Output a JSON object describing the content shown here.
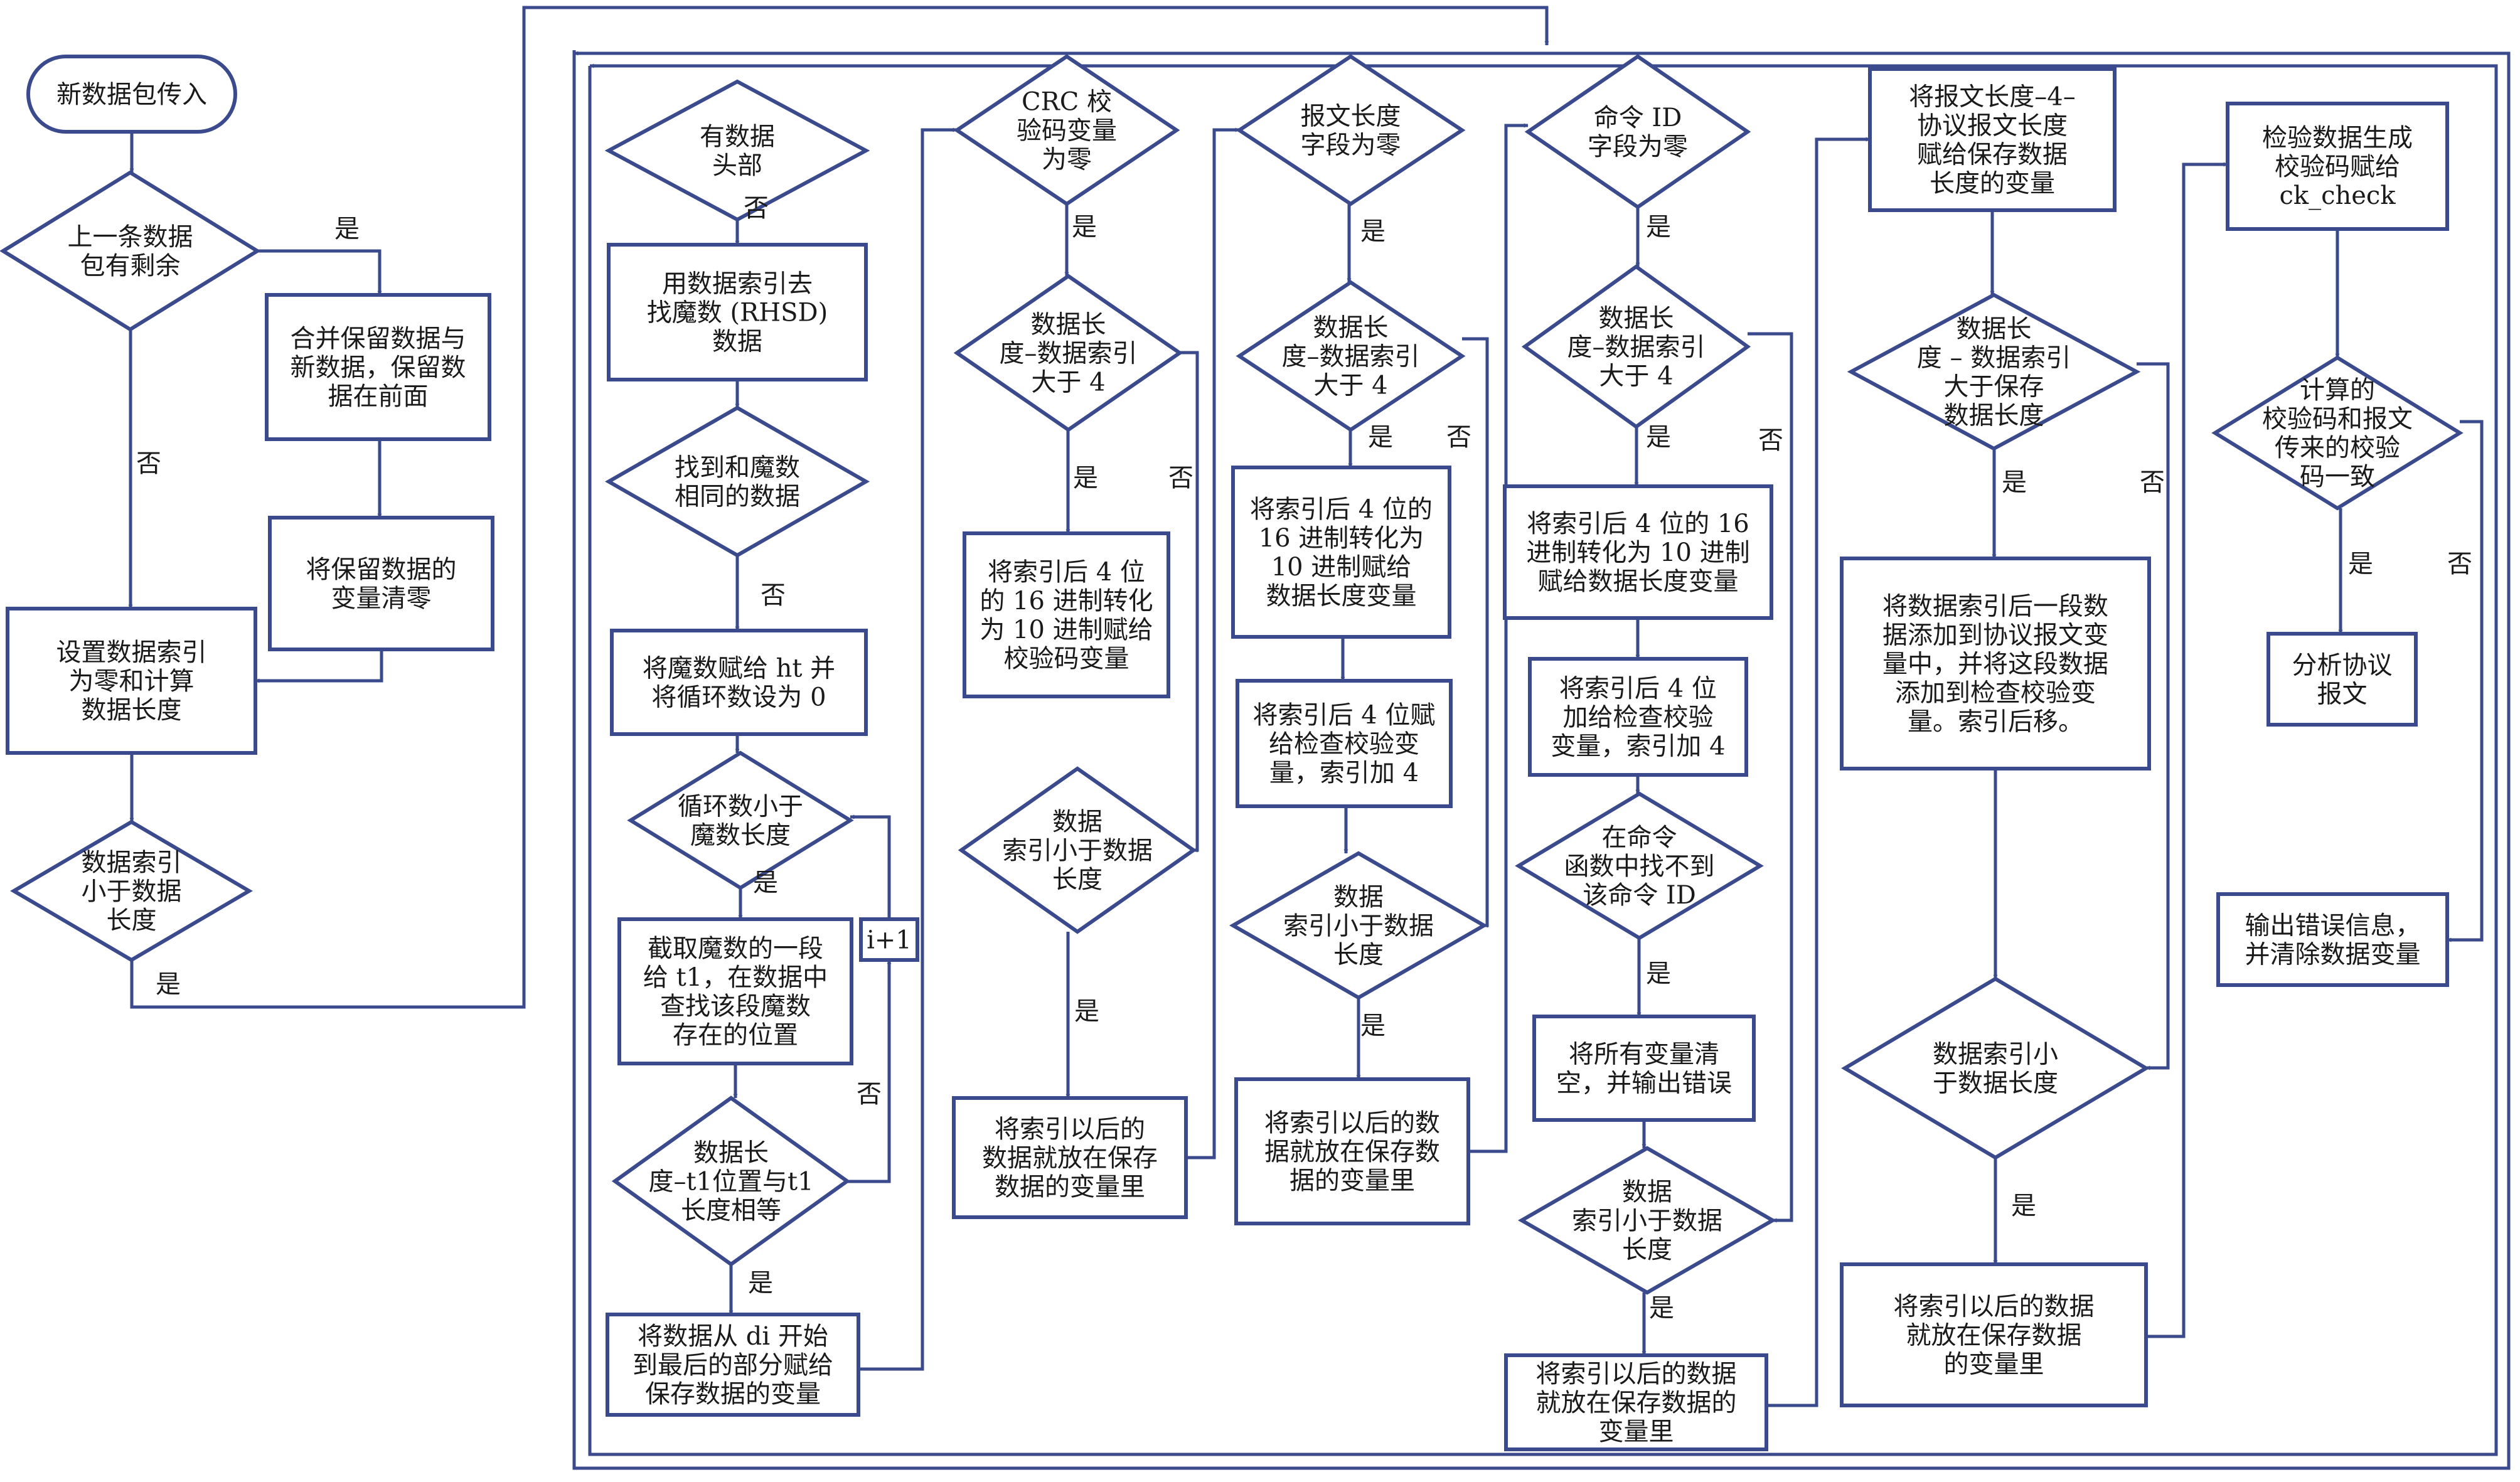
{
  "nodes": {
    "n_start": "新数据包传入",
    "n_remain": "上一条数据|包有剩余",
    "n_merge": "合并保留数据与|新数据，保留数|据在前面",
    "n_clear": "将保留数据的|变量清零",
    "n_setidx": "设置数据索引|为零和计算|数据长度",
    "n_idxlt": "数据索引|小于数据|长度",
    "a_head": "有数据|头部",
    "a_find": "用数据索引去|找魔数 (RHSD)|数据",
    "a_same": "找到和魔数|相同的数据",
    "a_ht": "将魔数赋给 ht 并|将循环数设为 0",
    "a_loop": "循环数小于|魔数长度",
    "a_cut": "截取魔数的一段|给 t1，在数据中|查找该段魔数|存在的位置",
    "a_inc": "i+1",
    "a_eq": "数据长|度–t1位置与t1|长度相等",
    "a_save": "将数据从 di 开始|到最后的部分赋给|保存数据的变量",
    "b_crc": "CRC 校|验码变量|为零",
    "b_gt4": "数据长|度–数据索引|大于 4",
    "b_conv": "将索引后 4 位|的 16 进制转化|为 10 进制赋给|校验码变量",
    "b_lt": "数据|索引小于数据|长度",
    "b_save": "将索引以后的|数据就放在保存|数据的变量里",
    "c_len": "报文长度|字段为零",
    "c_gt4": "数据长|度–数据索引|大于 4",
    "c_conv": "将索引后 4 位的|16 进制转化为|10 进制赋给|数据长度变量",
    "c_chk": "将索引后 4 位赋|给检查校验变|量，索引加 4",
    "c_lt": "数据|索引小于数据|长度",
    "c_save": "将索引以后的数|据就放在保存数|据的变量里",
    "d_cmd": "命令 ID|字段为零",
    "d_gt4": "数据长|度–数据索引|大于 4",
    "d_conv": "将索引后 4 位的 16|进制转化为 10 进制|赋给数据长度变量",
    "d_chk": "将索引后 4 位|加给检查校验|变量，索引加 4",
    "d_nf": "在命令|函数中找不到|该命令 ID",
    "d_err": "将所有变量清|空，并输出错误",
    "d_lt": "数据|索引小于数据|长度",
    "d_save": "将索引以后的数据|就放在保存数据的|变量里",
    "e_assign": "将报文长度–4–|协议报文长度|赋给保存数据|长度的变量",
    "e_gt": "数据长|度 – 数据索引|大于保存|数据长度",
    "e_add": "将数据索引后一段数|据添加到协议报文变|量中，并将这段数据|添加到检查校验变|量。索引后移。",
    "e_lt": "数据索引小|于数据长度",
    "e_save": "将索引以后的数据|就放在保存数据|的变量里",
    "f_gen": "检验数据生成|校验码赋给|ck_check",
    "f_cmp": "计算的|校验码和报文|传来的校验|码一致",
    "f_parse": "分析协议|报文",
    "f_err": "输出错误信息，|并清除数据变量"
  },
  "labels": {
    "l1": "是",
    "l2": "否",
    "l3": "是",
    "l4": "否",
    "l5": "否",
    "l6": "是",
    "l7": "否",
    "l8": "是",
    "l9": "是",
    "l10": "是",
    "l11": "否",
    "l12": "是",
    "l13": "是",
    "l14": "是",
    "l15": "否",
    "l16": "是",
    "l17": "是",
    "l18": "是",
    "l19": "否",
    "l20": "是",
    "l21": "是",
    "l22": "是",
    "l23": "否",
    "l24": "是",
    "l25": "是",
    "l26": "否"
  }
}
